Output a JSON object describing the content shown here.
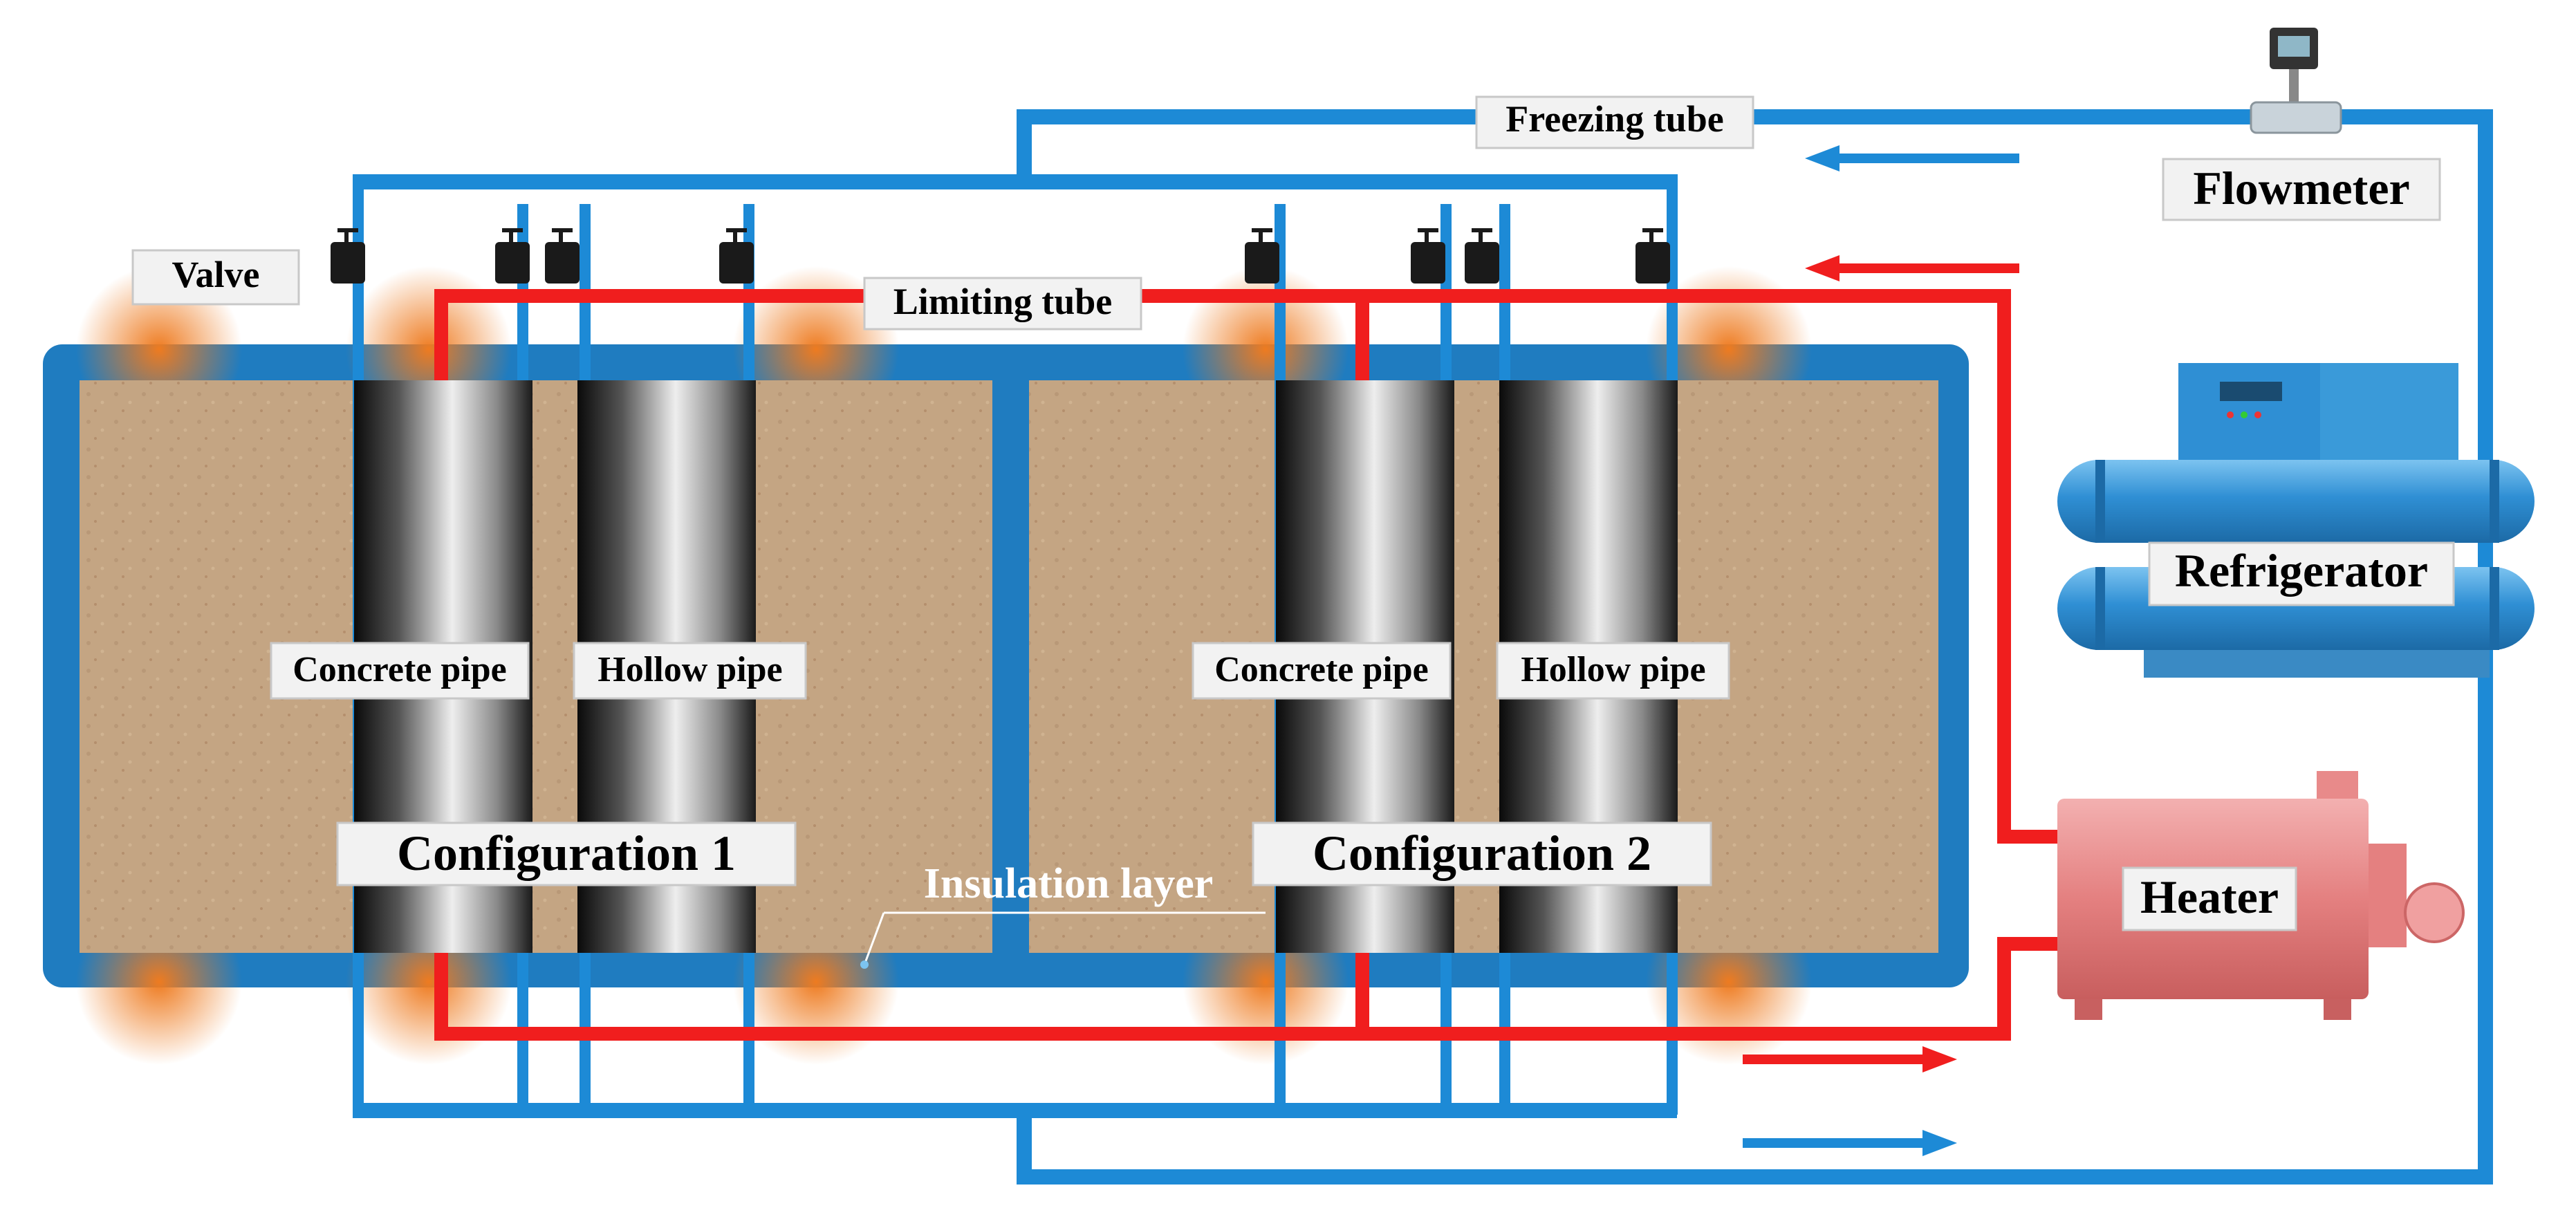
{
  "labels": {
    "freezing_tube": "Freezing tube",
    "limiting_tube": "Limiting tube",
    "flowmeter": "Flowmeter",
    "valve": "Valve",
    "refrigerator": "Refrigerator",
    "heater": "Heater",
    "insulation_layer": "Insulation layer",
    "configuration_1": "Configuration 1",
    "configuration_2": "Configuration 2",
    "concrete_pipe_1": "Concrete pipe",
    "hollow_pipe_1": "Hollow pipe",
    "concrete_pipe_2": "Concrete pipe",
    "hollow_pipe_2": "Hollow pipe"
  },
  "colors": {
    "freezing_tube": "#1d8ad6",
    "limiting_tube": "#f01e1e",
    "soil": "#c4a583",
    "insulation_frame": "#1f7cc0",
    "insulation_glow": "#e87a2a",
    "heater": "#e88a8a",
    "refrigerator": "#3a9ad9"
  },
  "icons": {
    "valve": "valve-icon",
    "flowmeter": "flowmeter-icon",
    "flow_arrow": "arrow-icon"
  }
}
